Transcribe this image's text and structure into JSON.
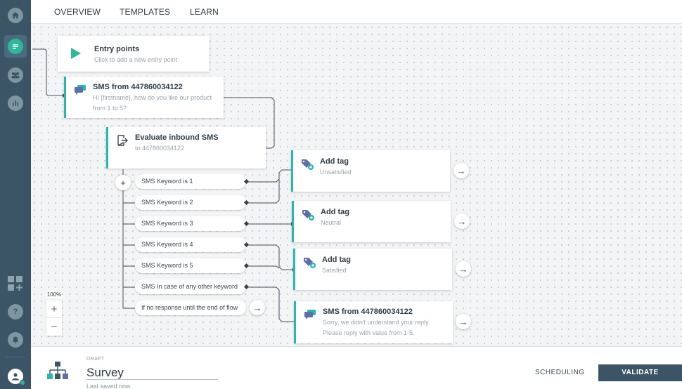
{
  "nav": {
    "tabs": [
      "OVERVIEW",
      "TEMPLATES",
      "LEARN"
    ]
  },
  "sidebar": {
    "icons": [
      "home-icon",
      "conversations-icon",
      "people-icon",
      "analytics-icon",
      "apps-add-icon",
      "help-icon",
      "notifications-icon",
      "account-icon"
    ]
  },
  "flow": {
    "entry": {
      "title": "Entry points",
      "subtitle": "Click to add a new entry point"
    },
    "sms1": {
      "title": "SMS from 447860034122",
      "line1": "Hi {firstname}, how do you like our product",
      "line2": "from 1 to 5?"
    },
    "evaluate": {
      "title": "Evaluate inbound SMS",
      "subtitle": "to 447860034122"
    },
    "conditions": [
      "SMS Keyword is 1",
      "SMS Keyword is 2",
      "SMS Keyword is 3",
      "SMS Keyword is 4",
      "SMS Keyword is 5",
      "SMS In case of any other keyword",
      "If no response until the end of flow"
    ],
    "tag1": {
      "title": "Add tag",
      "subtitle": "Unsatisfied"
    },
    "tag2": {
      "title": "Add tag",
      "subtitle": "Neutral"
    },
    "tag3": {
      "title": "Add tag",
      "subtitle": "Satisfied"
    },
    "sms2": {
      "title": "SMS from 447860034122",
      "line1": "Sorry, we didn't understand your reply.",
      "line2": "Please reply with value from 1-5."
    }
  },
  "zoom": {
    "level": "100%",
    "plus": "+",
    "minus": "−"
  },
  "footer": {
    "status": "DRAFT",
    "name": "Survey",
    "saved": "Last saved now",
    "scheduling": "SCHEDULING",
    "validate": "VALIDATE"
  },
  "colors": {
    "sidebar": "#3b5566",
    "accent": "#2ab5b0",
    "brand_green": "#2bb99a"
  }
}
